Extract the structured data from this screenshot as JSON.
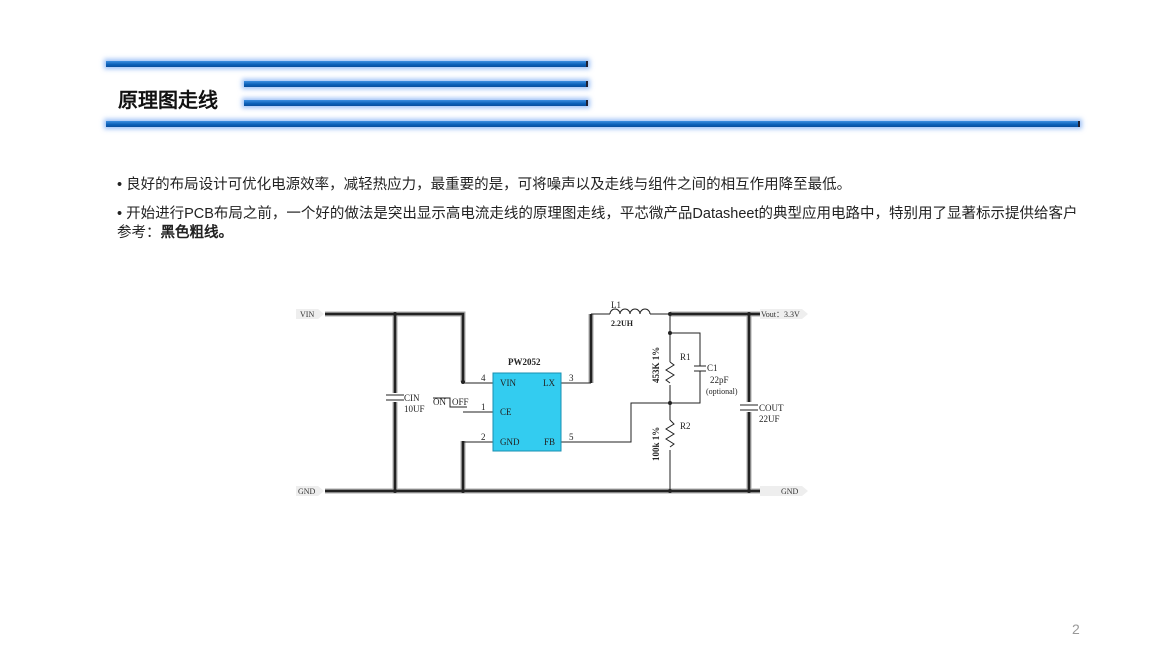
{
  "title": "原理图走线",
  "bullets": [
    {
      "text": "•   良好的布局设计可优化电源效率，减轻热应力，最重要的是，可将噪声以及走线与组件之间的相互作用降至最低。"
    },
    {
      "text": "•   开始进行PCB布局之前，一个好的做法是突出显示高电流走线的原理图走线，平芯微产品Datasheet的典型应用电路中，特别用了显著标示提供给客户参考：",
      "bold": "黑色粗线。"
    }
  ],
  "schematic": {
    "vin": "VIN",
    "gnd_left": "GND",
    "gnd_right": "GND",
    "vout": "Vout：3.3V",
    "ic": {
      "name": "PW2052",
      "pins": {
        "vin": "VIN",
        "ce": "CE",
        "gnd": "GND",
        "lx": "LX",
        "fb": "FB"
      },
      "nums": {
        "vin": "4",
        "ce": "1",
        "gnd": "2",
        "lx": "3",
        "fb": "5"
      }
    },
    "on": "ON",
    "off": "OFF",
    "cin": "CIN",
    "cin_val": "10UF",
    "l1": "L1",
    "l1_val": "2.2UH",
    "r1": "R1",
    "r1_val": "453K  1%",
    "r2": "R2",
    "r2_val": "100k  1%",
    "c1": "C1",
    "c1_val": "22pF",
    "c1_note": "(optional)",
    "cout": "COUT",
    "cout_val": "22UF",
    "ic_color": "#33ccf0"
  },
  "page_number": "2"
}
